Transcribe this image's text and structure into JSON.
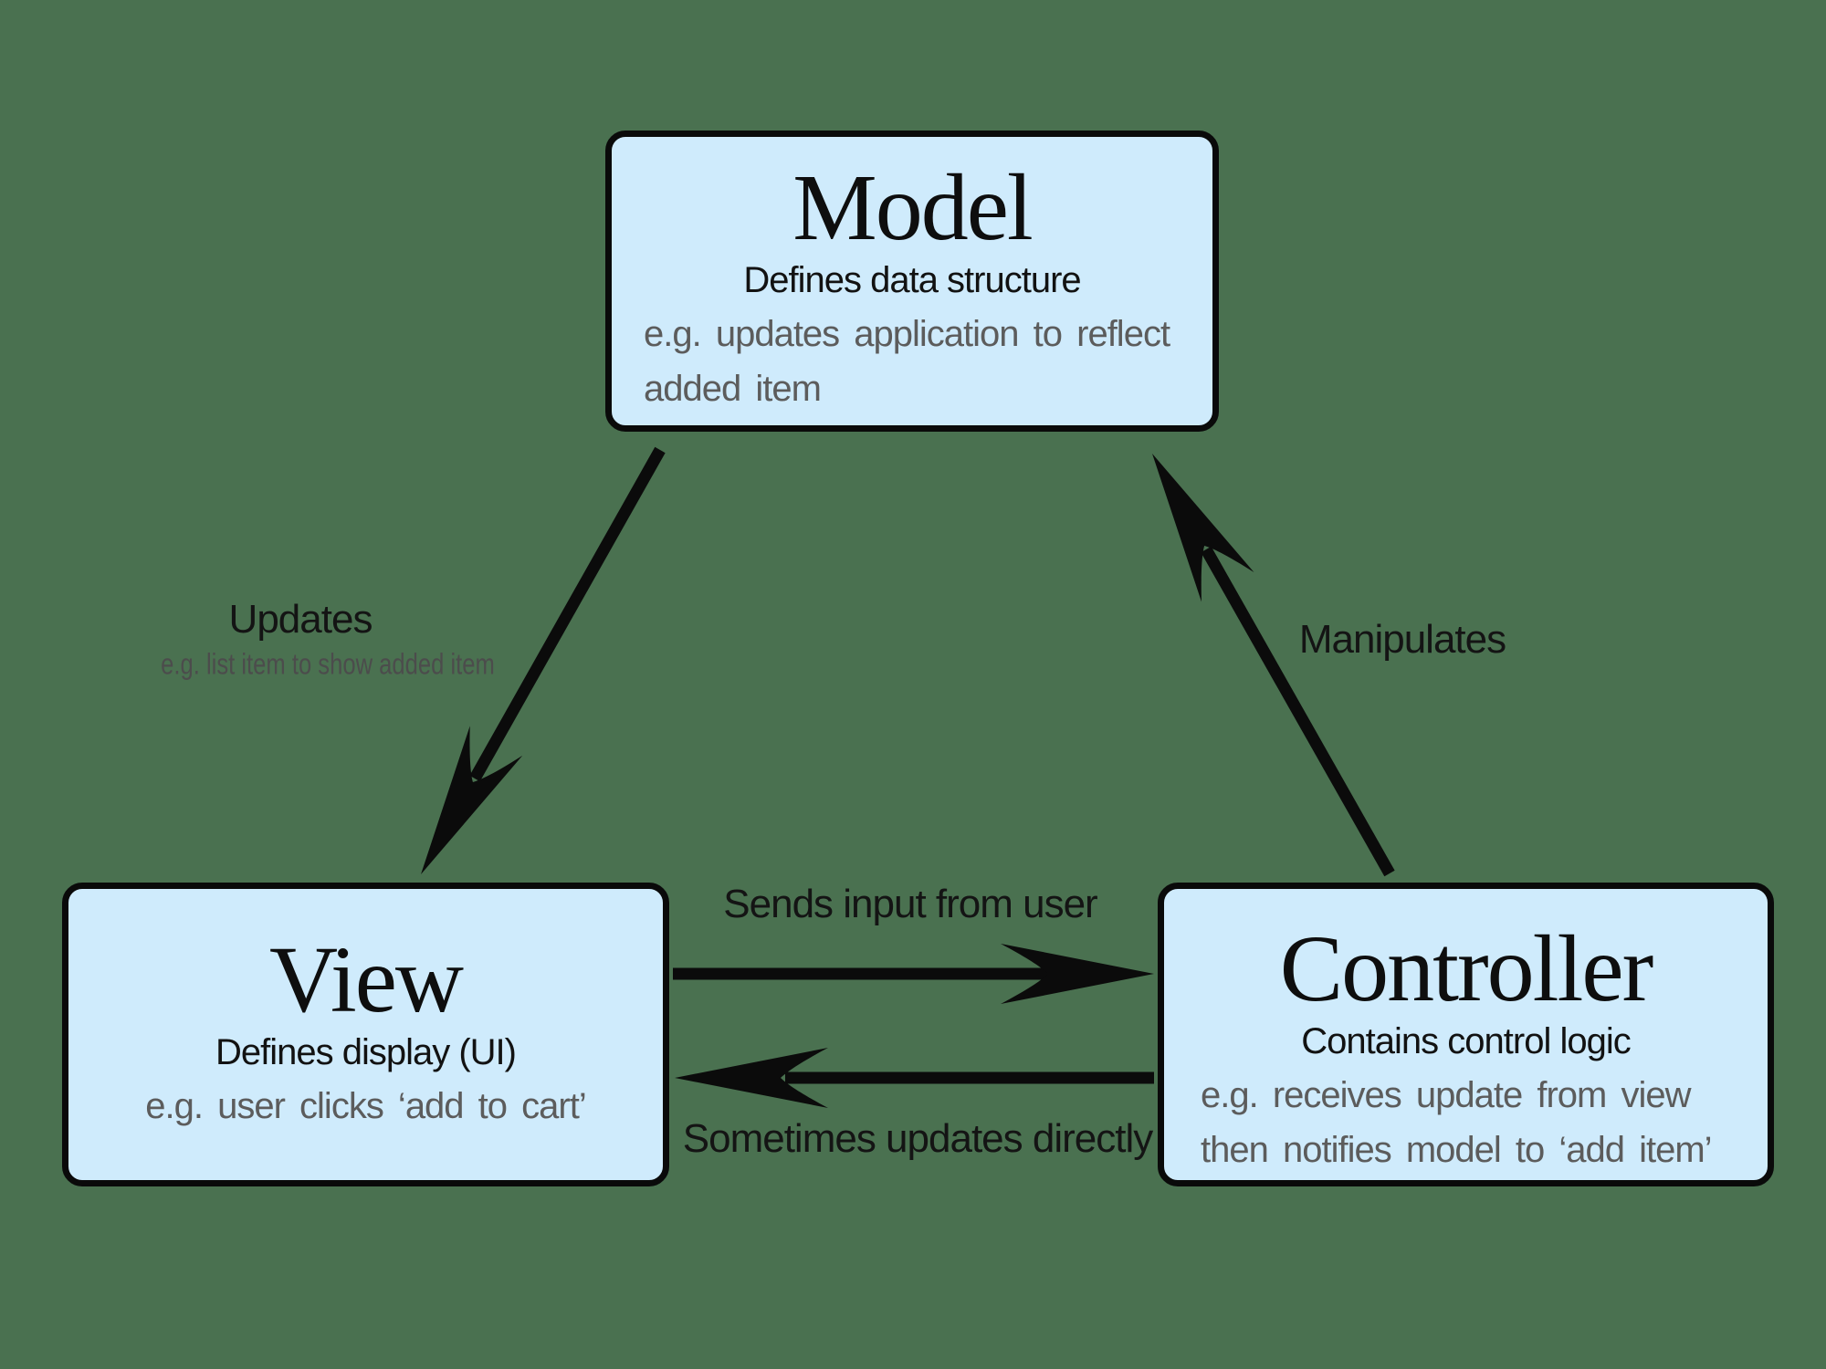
{
  "diagram": {
    "title_semantic": "Model-View-Controller architecture diagram",
    "colors": {
      "background": "#4A7150",
      "node_fill": "#CFEBFC",
      "node_border": "#0A0A0A",
      "text_primary": "#131313",
      "text_secondary": "#5C5C5C",
      "arrow": "#0B0B0B"
    },
    "nodes": {
      "model": {
        "title": "Model",
        "subtitle": "Defines data structure",
        "example_lines": [
          "e.g. updates application to reflect",
          "added item"
        ]
      },
      "view": {
        "title": "View",
        "subtitle": "Defines display (UI)",
        "example_lines": [
          "e.g. user clicks ‘add to cart’"
        ]
      },
      "controller": {
        "title": "Controller",
        "subtitle": "Contains control logic",
        "example_lines": [
          "e.g. receives update from view",
          "then notifies model to ‘add item’"
        ]
      }
    },
    "edges": {
      "model_to_view": {
        "label": "Updates",
        "sublabel": "e.g. list item to show added item"
      },
      "controller_to_model": {
        "label": "Manipulates"
      },
      "view_to_controller": {
        "label": "Sends input from user"
      },
      "controller_to_view": {
        "label": "Sometimes updates directly"
      }
    }
  }
}
